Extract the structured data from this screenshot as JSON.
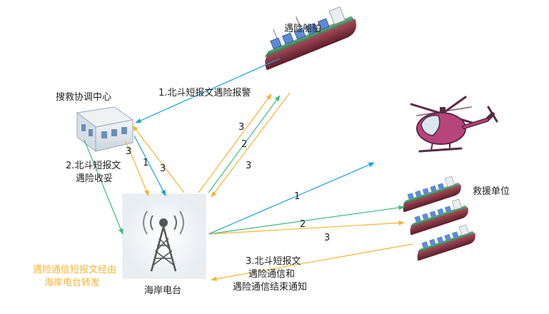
{
  "nodes": {
    "ship": "遇险船舶",
    "rcc": "搜救协调中心",
    "station": "海岸电台",
    "rescue": "救援单位"
  },
  "labels": {
    "alert": "1.北斗短报文遇险报警",
    "ack_line1": "2.北斗短报文",
    "ack_line2": "遇险收妥",
    "relay_line1": "遇险通信短报文经由",
    "relay_line2": "海岸电台转发",
    "comm_line1": "3.北斗短报文",
    "comm_line2": "遇险通信和",
    "comm_line3": "遇险通信结束通知",
    "n1": "1",
    "n2": "2",
    "n3": "3"
  },
  "colors": {
    "blue": "#1aa0d8",
    "green": "#3dbb86",
    "orange": "#f5b532",
    "relay_text": "#f5b532"
  },
  "icons": {
    "ship": "ship-icon",
    "rcc": "building-icon",
    "station": "radio-tower-icon",
    "helicopter": "helicopter-icon",
    "rescue_ships": "ship-icon"
  }
}
